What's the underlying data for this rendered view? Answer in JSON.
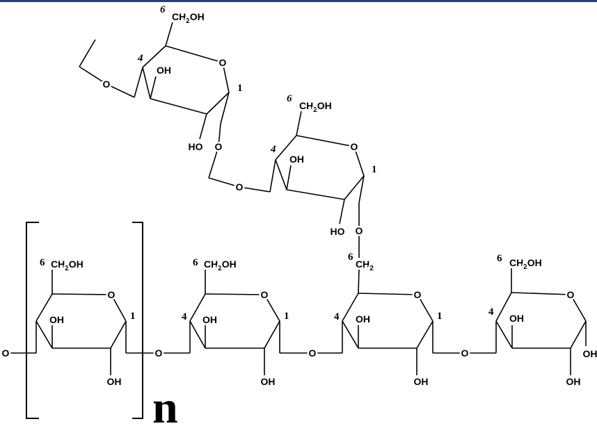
{
  "atoms": {
    "ring_oxygen": "O",
    "hydroxyl": "OH",
    "hydroxyl_left": "HO",
    "ch": "CH",
    "subscript_2": "2",
    "oh": "OH"
  },
  "locants": {
    "c1": "1",
    "c4": "4",
    "c6": "6"
  },
  "repeat_index": "n",
  "colors": {
    "top_bar": "#1f3f7f",
    "ink": "#000000"
  }
}
